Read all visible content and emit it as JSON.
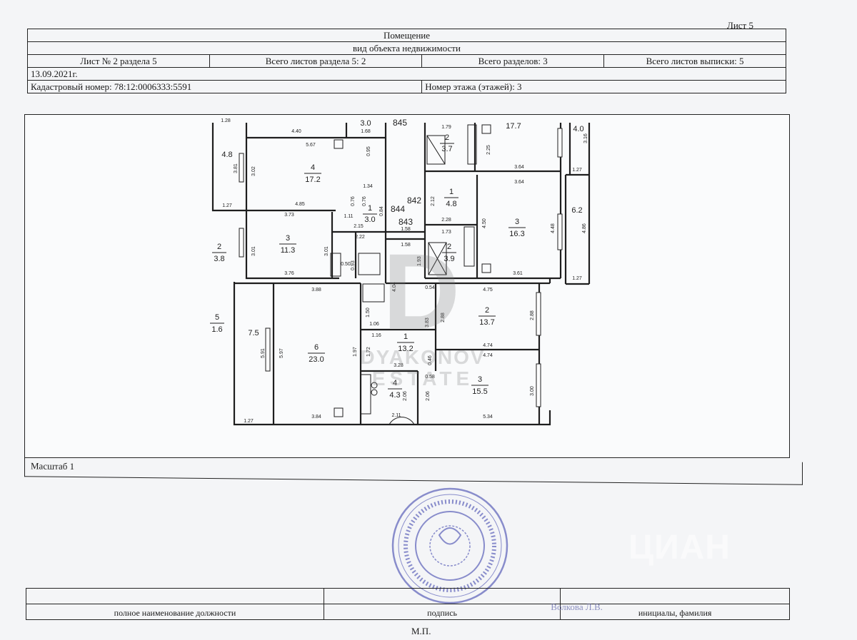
{
  "sheet_label": "Лист 5",
  "header": {
    "title": "Помещение",
    "object_type": "вид объекта недвижимости",
    "sheet_number": "Лист № 2 раздела 5",
    "total_sheets_section": "Всего листов раздела 5: 2",
    "total_sections": "Всего разделов: 3",
    "total_sheets_extract": "Всего листов выписки: 5",
    "date": "13.09.2021г.",
    "cadastral_number": "Кадастровый номер: 78:12:0006333:5591",
    "floor_number": "Номер этажа (этажей): 3"
  },
  "scale": "Масштаб 1",
  "signature": {
    "position_label": "полное наименование должности",
    "signature_label": "подпись",
    "initials_label": "инициалы, фамилия",
    "signature_text": "Волкова Л.В.",
    "mp_label": "М.П."
  },
  "watermark": {
    "letter": "D",
    "line1": "DYAKONOV",
    "line2": "ESTATE",
    "cian": "ЦИАН"
  },
  "plan": {
    "rooms": [
      {
        "id": "4",
        "area": "17.2"
      },
      {
        "id": "3",
        "area": "11.3"
      },
      {
        "id": "1",
        "area": "3.0"
      },
      {
        "id": "2",
        "area": "3.8"
      },
      {
        "id": "5",
        "area": "1.6"
      },
      {
        "id": "6",
        "area": "23.0"
      },
      {
        "id": "1",
        "area": "13.2"
      },
      {
        "id": "4",
        "area": "4.3"
      },
      {
        "id": "2",
        "area": "13.7"
      },
      {
        "id": "3",
        "area": "15.5"
      },
      {
        "id": "1",
        "area": "4.8"
      },
      {
        "id": "3",
        "area": "16.3"
      },
      {
        "id": "2",
        "area": "3.9"
      },
      {
        "id": "2",
        "area": "3.7"
      }
    ],
    "labels": {
      "a4_8": "4.8",
      "a3_0": "3.0",
      "a7_5": "7.5",
      "a6_2": "6.2",
      "a17_7": "17.7",
      "a4_0": "4.0",
      "n845": "845",
      "n844": "844",
      "n843": "843",
      "n842": "842",
      "d440": "4.40",
      "d168": "1.68",
      "d567": "5.67",
      "d485": "4.85",
      "d373": "3.73",
      "d376": "3.76",
      "d388": "3.88",
      "d384": "3.84",
      "d364a": "3.64",
      "d364b": "3.64",
      "d361": "3.61",
      "d475": "4.75",
      "d474a": "4.74",
      "d474b": "4.74",
      "d534": "5.34",
      "d328": "3.28",
      "d211": "2.11",
      "d301a": "3.01",
      "d301b": "3.01",
      "d381": "3.81",
      "d302": "3.02",
      "d591": "5.91",
      "d597": "5.97",
      "d197": "1.97",
      "d404": "4.04",
      "d383": "3.83",
      "d288a": "2.88",
      "d288b": "2.88",
      "d300": "3.00",
      "d448": "4.48",
      "d486": "4.86",
      "d450": "4.50",
      "d212": "2.12",
      "d228": "2.28",
      "d127a": "1.27",
      "d127b": "1.27",
      "d127c": "1.27",
      "d127d": "1.27",
      "d316": "3.16",
      "d134": "1.34",
      "d111": "1.11",
      "d215": "2.15",
      "d222": "2.22",
      "d158": "1.58",
      "d193": "1.93",
      "d054": "0.54",
      "d058": "0.58",
      "d206a": "2.06",
      "d206b": "2.06",
      "d116": "1.16",
      "d172": "1.72",
      "d046": "0.46",
      "d150": "1.50",
      "d106": "1.06",
      "d093": "0.93",
      "d050": "0.50",
      "d095": "0.95",
      "d076a": "0.76",
      "d076b": "0.76",
      "d084": "0.84",
      "d179": "1.79",
      "d225": "2.25",
      "d173": "1.73",
      "d128": "1.28"
    }
  }
}
